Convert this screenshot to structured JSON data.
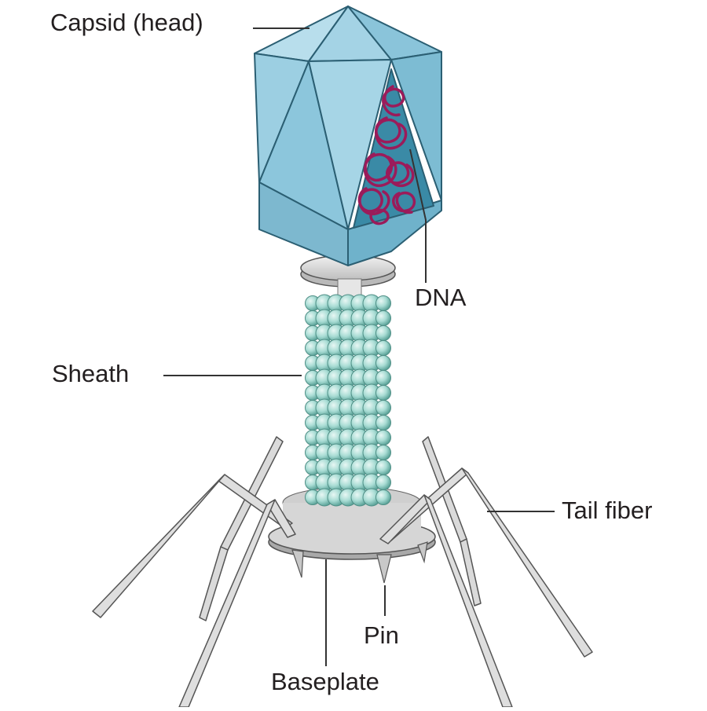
{
  "labels": {
    "capsid": "Capsid (head)",
    "dna": "DNA",
    "sheath": "Sheath",
    "tail_fiber": "Tail fiber",
    "pin": "Pin",
    "baseplate": "Baseplate"
  },
  "colors": {
    "capsid_face_light": "#a9d6e6",
    "capsid_face_mid": "#8cc6dc",
    "capsid_face_dark": "#6fb2cb",
    "capsid_edge": "#2b5f73",
    "dna_strand": "#9b1b5a",
    "sheath_bead": "#a8dcd4",
    "sheath_bead_dark": "#5fa69c",
    "fiber": "#d9d9d9",
    "fiber_edge": "#555555",
    "plate": "#d6d6d6",
    "leader_line": "#333333"
  }
}
